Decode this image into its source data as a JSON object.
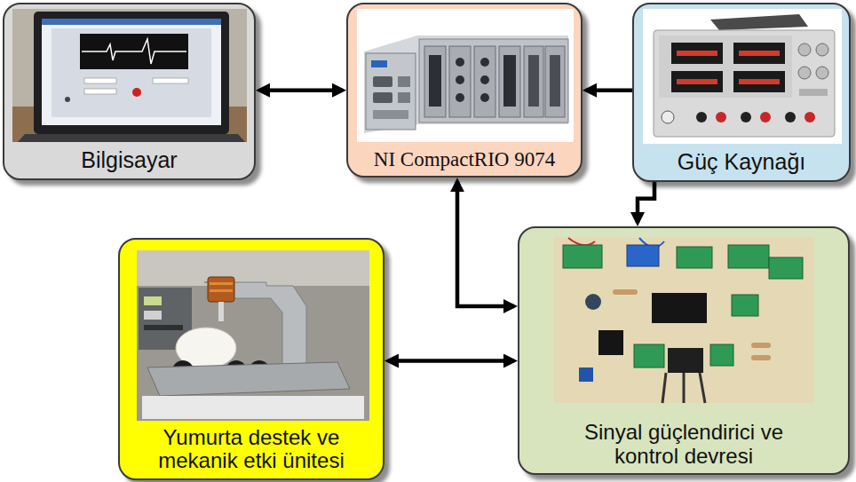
{
  "diagram": {
    "nodes": [
      {
        "text": [
          "Bilgisayar"
        ]
      },
      {
        "text": [
          "NI CompactRIO 9074"
        ]
      },
      {
        "text": [
          "Güç Kaynağı"
        ]
      },
      {
        "text": [
          "Yumurta destek ve mekanik etki ünitesi"
        ]
      },
      {
        "text": [
          "Sinyal güçlendirici ve kontrol devresi"
        ]
      }
    ],
    "edges": [
      {
        "from": 0,
        "to": 1,
        "arrow": "both"
      },
      {
        "from": 2,
        "to": 1,
        "arrow": "to"
      },
      {
        "from": 2,
        "to": 4,
        "arrow": "to"
      },
      {
        "from": 1,
        "to": 4,
        "arrow": "both"
      },
      {
        "from": 3,
        "to": 4,
        "arrow": "both"
      }
    ]
  }
}
